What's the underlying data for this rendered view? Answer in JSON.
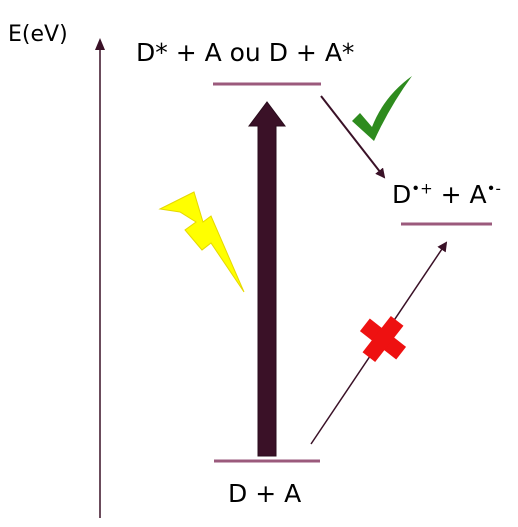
{
  "axis": {
    "label": "E(eV)"
  },
  "levels": {
    "excited": {
      "label": "D* + A ou D + A*"
    },
    "charge_separated": {
      "label_base_d": "D",
      "label_sup_d": "•+",
      "label_mid": " + A",
      "label_sup_a": "•-"
    },
    "ground": {
      "label": "D + A"
    }
  },
  "icons": {
    "check": {
      "name": "check-icon",
      "color": "#2e8b1e"
    },
    "cross": {
      "name": "cross-icon",
      "color": "#ee1111"
    },
    "lightning": {
      "name": "lightning-icon",
      "color": "#ffff00"
    }
  },
  "colors": {
    "level_line": "#9b5a7c",
    "excitation_arrow": "#3a1127",
    "transfer_arrow": "#3a1127",
    "axis": "#3a1127"
  }
}
